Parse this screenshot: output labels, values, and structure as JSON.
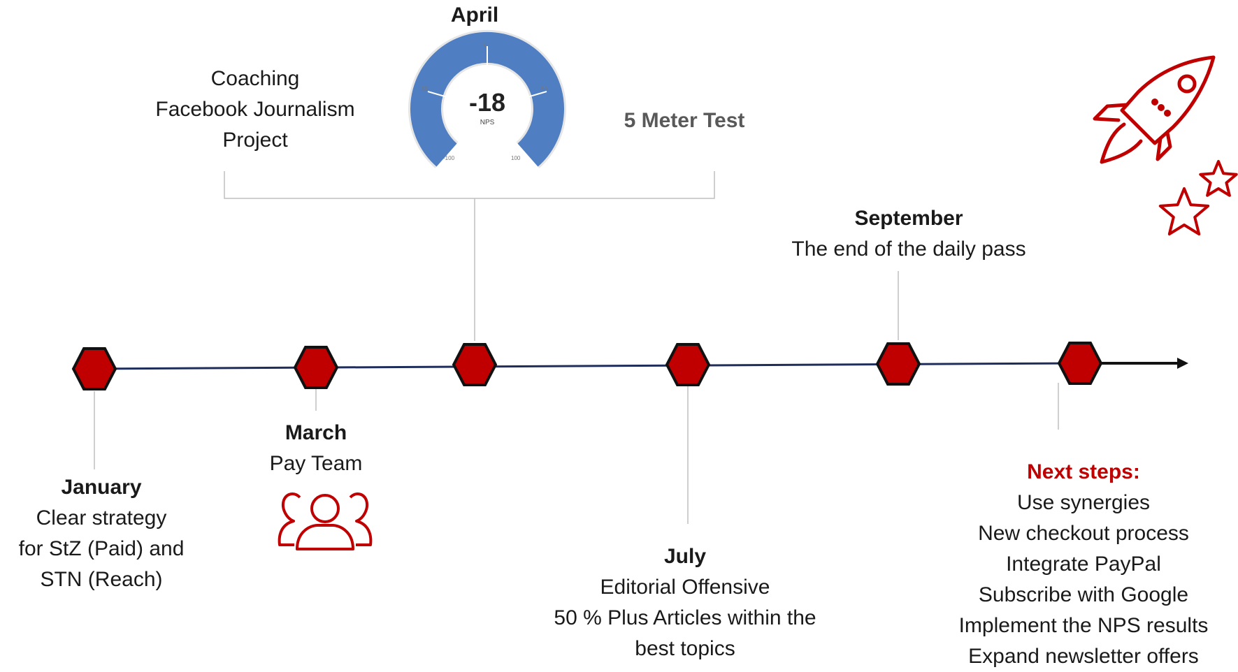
{
  "april": {
    "title": "April",
    "coaching": [
      "Coaching",
      "Facebook Journalism",
      "Project"
    ],
    "test_label": "5 Meter Test",
    "gauge": {
      "value": "-18",
      "unit": "NPS",
      "ticks": [
        "0",
        "-50",
        "50",
        "-100",
        "100"
      ],
      "fraction": 0.41
    }
  },
  "january": {
    "title": "January",
    "lines": [
      "Clear strategy",
      "for StZ (Paid) and",
      "STN (Reach)"
    ]
  },
  "march": {
    "title": "March",
    "lines": [
      "Pay Team"
    ]
  },
  "july": {
    "title": "July",
    "lines": [
      "Editorial Offensive",
      "50 % Plus Articles within the",
      "best topics"
    ]
  },
  "september": {
    "title": "September",
    "lines": [
      "The end of the daily pass"
    ]
  },
  "next": {
    "title": "Next steps:",
    "lines": [
      "Use synergies",
      "New checkout process",
      "Integrate PayPal",
      "Subscribe with Google",
      "Implement the NPS results",
      "Expand newsletter offers"
    ]
  },
  "colors": {
    "marker": "#c00000",
    "timeline": "#1f2d5a",
    "gauge": "#4f7ec2",
    "accent": "#c00000"
  },
  "icons": [
    "team-icon",
    "rocket-icon",
    "star-icon"
  ]
}
